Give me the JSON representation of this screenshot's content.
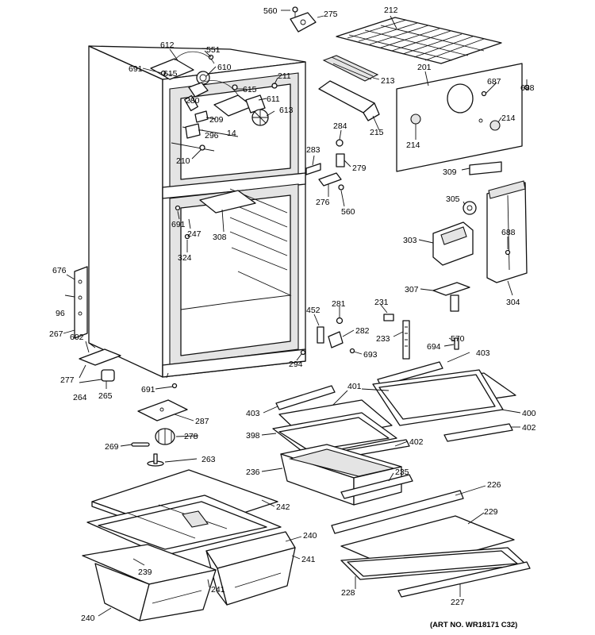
{
  "diagram": {
    "art_number": "(ART NO. WR18171 C32)",
    "callouts": [
      {
        "id": "c560a",
        "label": "560"
      },
      {
        "id": "c275",
        "label": "275"
      },
      {
        "id": "c212",
        "label": "212"
      },
      {
        "id": "c612",
        "label": "612"
      },
      {
        "id": "c551",
        "label": "551"
      },
      {
        "id": "c691a",
        "label": "691"
      },
      {
        "id": "c615a",
        "label": "615"
      },
      {
        "id": "c610",
        "label": "610"
      },
      {
        "id": "c213",
        "label": "213"
      },
      {
        "id": "c201",
        "label": "201"
      },
      {
        "id": "c687",
        "label": "687"
      },
      {
        "id": "c688a",
        "label": "688"
      },
      {
        "id": "c211",
        "label": "211"
      },
      {
        "id": "c615b",
        "label": "615"
      },
      {
        "id": "c280",
        "label": "280"
      },
      {
        "id": "c611",
        "label": "611"
      },
      {
        "id": "c613",
        "label": "613"
      },
      {
        "id": "c209",
        "label": "209"
      },
      {
        "id": "c14",
        "label": "14"
      },
      {
        "id": "c296",
        "label": "296"
      },
      {
        "id": "c215",
        "label": "215"
      },
      {
        "id": "c284",
        "label": "284"
      },
      {
        "id": "c214a",
        "label": "214"
      },
      {
        "id": "c214b",
        "label": "214"
      },
      {
        "id": "c210",
        "label": "210"
      },
      {
        "id": "c283",
        "label": "283"
      },
      {
        "id": "c279",
        "label": "279"
      },
      {
        "id": "c309",
        "label": "309"
      },
      {
        "id": "c276",
        "label": "276"
      },
      {
        "id": "c560b",
        "label": "560"
      },
      {
        "id": "c305",
        "label": "305"
      },
      {
        "id": "c691b",
        "label": "691"
      },
      {
        "id": "c247",
        "label": "247"
      },
      {
        "id": "c308",
        "label": "308"
      },
      {
        "id": "c688b",
        "label": "688"
      },
      {
        "id": "c303",
        "label": "303"
      },
      {
        "id": "c324",
        "label": "324"
      },
      {
        "id": "c676",
        "label": "676"
      },
      {
        "id": "c96",
        "label": "96"
      },
      {
        "id": "c307",
        "label": "307"
      },
      {
        "id": "c304",
        "label": "304"
      },
      {
        "id": "c452",
        "label": "452"
      },
      {
        "id": "c281",
        "label": "281"
      },
      {
        "id": "c231",
        "label": "231"
      },
      {
        "id": "c267",
        "label": "267"
      },
      {
        "id": "c602",
        "label": "602"
      },
      {
        "id": "c282",
        "label": "282"
      },
      {
        "id": "c233",
        "label": "233"
      },
      {
        "id": "c570",
        "label": "570"
      },
      {
        "id": "c694",
        "label": "694"
      },
      {
        "id": "c403a",
        "label": "403"
      },
      {
        "id": "c693",
        "label": "693"
      },
      {
        "id": "c294",
        "label": "294"
      },
      {
        "id": "c277",
        "label": "277"
      },
      {
        "id": "c264",
        "label": "264"
      },
      {
        "id": "c265",
        "label": "265"
      },
      {
        "id": "c691c",
        "label": "691"
      },
      {
        "id": "c401",
        "label": "401"
      },
      {
        "id": "c403b",
        "label": "403"
      },
      {
        "id": "c400",
        "label": "400"
      },
      {
        "id": "c287",
        "label": "287"
      },
      {
        "id": "c398",
        "label": "398"
      },
      {
        "id": "c402a",
        "label": "402"
      },
      {
        "id": "c402b",
        "label": "402"
      },
      {
        "id": "c278",
        "label": "278"
      },
      {
        "id": "c269",
        "label": "269"
      },
      {
        "id": "c263",
        "label": "263"
      },
      {
        "id": "c236",
        "label": "236"
      },
      {
        "id": "c235",
        "label": "235"
      },
      {
        "id": "c226",
        "label": "226"
      },
      {
        "id": "c242",
        "label": "242"
      },
      {
        "id": "c229",
        "label": "229"
      },
      {
        "id": "c240a",
        "label": "240"
      },
      {
        "id": "c241a",
        "label": "241"
      },
      {
        "id": "c239",
        "label": "239"
      },
      {
        "id": "c241b",
        "label": "241"
      },
      {
        "id": "c228",
        "label": "228"
      },
      {
        "id": "c227",
        "label": "227"
      },
      {
        "id": "c240b",
        "label": "240"
      }
    ]
  }
}
